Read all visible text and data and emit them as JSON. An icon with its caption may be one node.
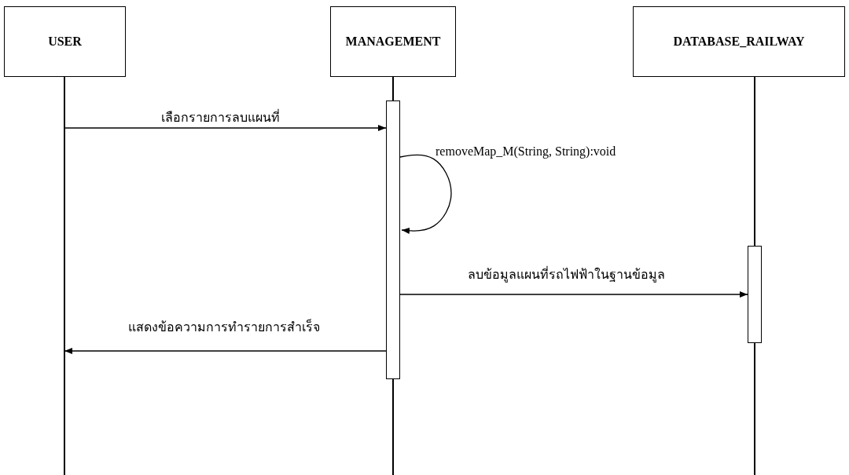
{
  "diagram": {
    "nodes": [
      {
        "text": [
          "USER"
        ]
      },
      {
        "text": [
          "MANAGEMENT"
        ]
      },
      {
        "text": [
          "DATABASE_RAILWAY"
        ]
      },
      {
        "text": [],
        "shape": "bar"
      },
      {
        "text": [],
        "shape": "bar"
      },
      {
        "text": [],
        "shape": "line"
      },
      {
        "text": [],
        "shape": "line"
      },
      {
        "text": [],
        "shape": "line"
      }
    ],
    "edges": [
      {
        "from": 5,
        "to": 3,
        "arrow": "to",
        "label": "เลือกรายการลบแผนที่"
      },
      {
        "from": 3,
        "to": 3,
        "arrow": "to",
        "label": "removeMap_M(String, String):void"
      },
      {
        "from": 3,
        "to": 4,
        "arrow": "to",
        "label": "ลบข้อมูลแผนที่รถไฟฟ้าในฐานข้อมูล"
      },
      {
        "from": 3,
        "to": 5,
        "arrow": "to",
        "label": "แสดงข้อความการทำรายการสำเร็จ"
      }
    ]
  }
}
